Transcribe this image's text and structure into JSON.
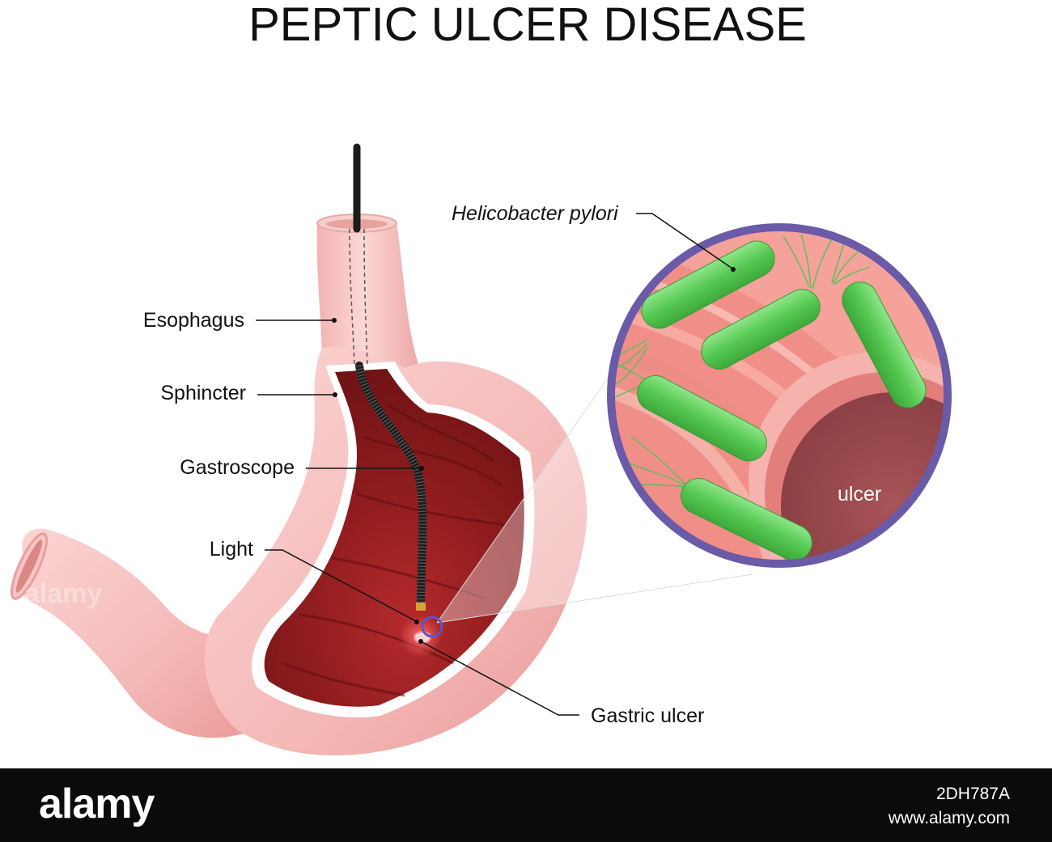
{
  "title": "PEPTIC ULCER DISEASE",
  "labels": {
    "esophagus": "Esophagus",
    "sphincter": "Sphincter",
    "gastroscope": "Gastroscope",
    "light": "Light",
    "gastric_ulcer": "Gastric ulcer",
    "helicobacter": "Helicobacter pylori",
    "ulcer": "ulcer"
  },
  "watermark": {
    "logo": "alamy",
    "image_id": "2DH787A",
    "url": "www.alamy.com"
  },
  "colors": {
    "stomach_outer": "#f7c6c4",
    "stomach_inner": "#8c1c1e",
    "bacteria": "#5fcf5a",
    "circle_border": "#6e5ea8",
    "ulcer": "#9c4b4f",
    "footer": "#0b0b0b"
  }
}
